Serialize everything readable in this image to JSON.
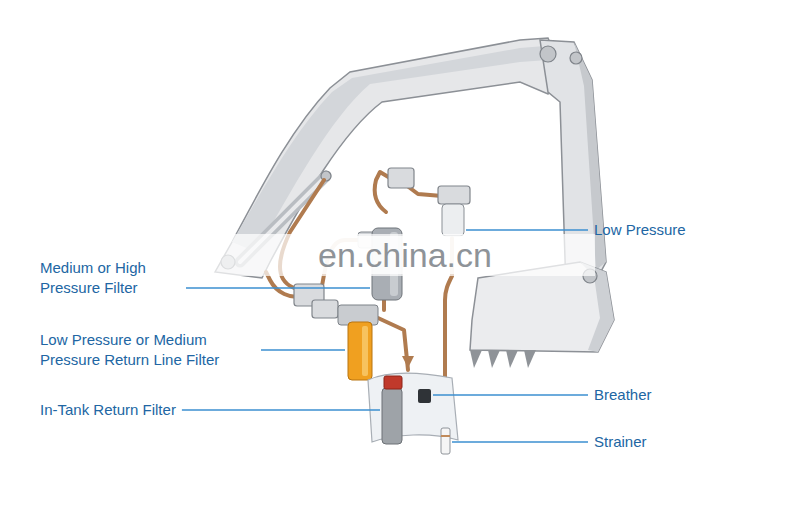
{
  "diagram": {
    "labels": [
      "Medium or High Pressure Filter",
      "Low Pressure or Medium Pressure Return Line Filter",
      "In-Tank Return Filter",
      "Low Pressure",
      "Breather",
      "Strainer",
      "en.china.cn"
    ]
  }
}
